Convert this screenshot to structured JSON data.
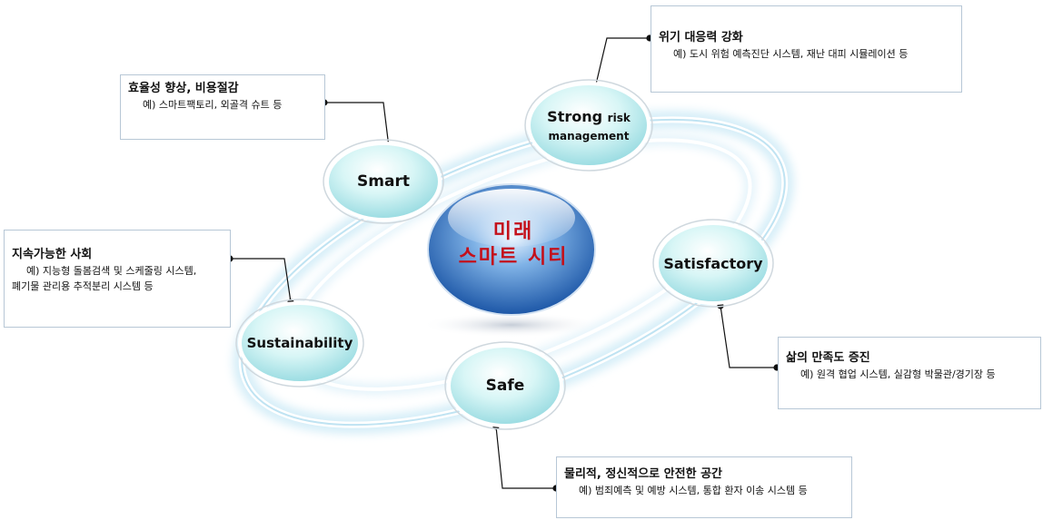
{
  "center": {
    "line1": "미래",
    "line2": "스마트 시티"
  },
  "nodes": {
    "smart": "Smart",
    "strong_main": "Strong",
    "strong_small": "risk",
    "strong_line2": "management",
    "satisfactory": "Satisfactory",
    "safe": "Safe",
    "sustainability": "Sustainability"
  },
  "boxes": {
    "smart": {
      "title": "효율성 향상, 비용절감",
      "desc": "예) 스마트팩토리, 외골격 슈트 등"
    },
    "risk": {
      "title": "위기 대응력 강화",
      "desc": "예) 도시 위험 예측진단 시스템, 재난 대피 시뮬레이션 등"
    },
    "sustainability": {
      "title": "지속가능한 사회",
      "desc1": "예) 지능형 돌봄검색 및 스케줄링 시스템,",
      "desc2": "폐기물 관리용 추적분리 시스템 등"
    },
    "satisfactory": {
      "title": "삶의 만족도 증진",
      "desc": "예) 원격 협업 시스템, 실감형 박물관/경기장 등"
    },
    "safe": {
      "title": "물리적, 정신적으로 안전한 공간",
      "desc": "예) 범죄예측 및 예방 시스템, 통합 환자 이송 시스템 등"
    }
  },
  "colors": {
    "accent": "#c4101a",
    "ring": "#cfe9f5",
    "node_fill": "#bdeef0",
    "center_blue": "#1f5fb4"
  }
}
